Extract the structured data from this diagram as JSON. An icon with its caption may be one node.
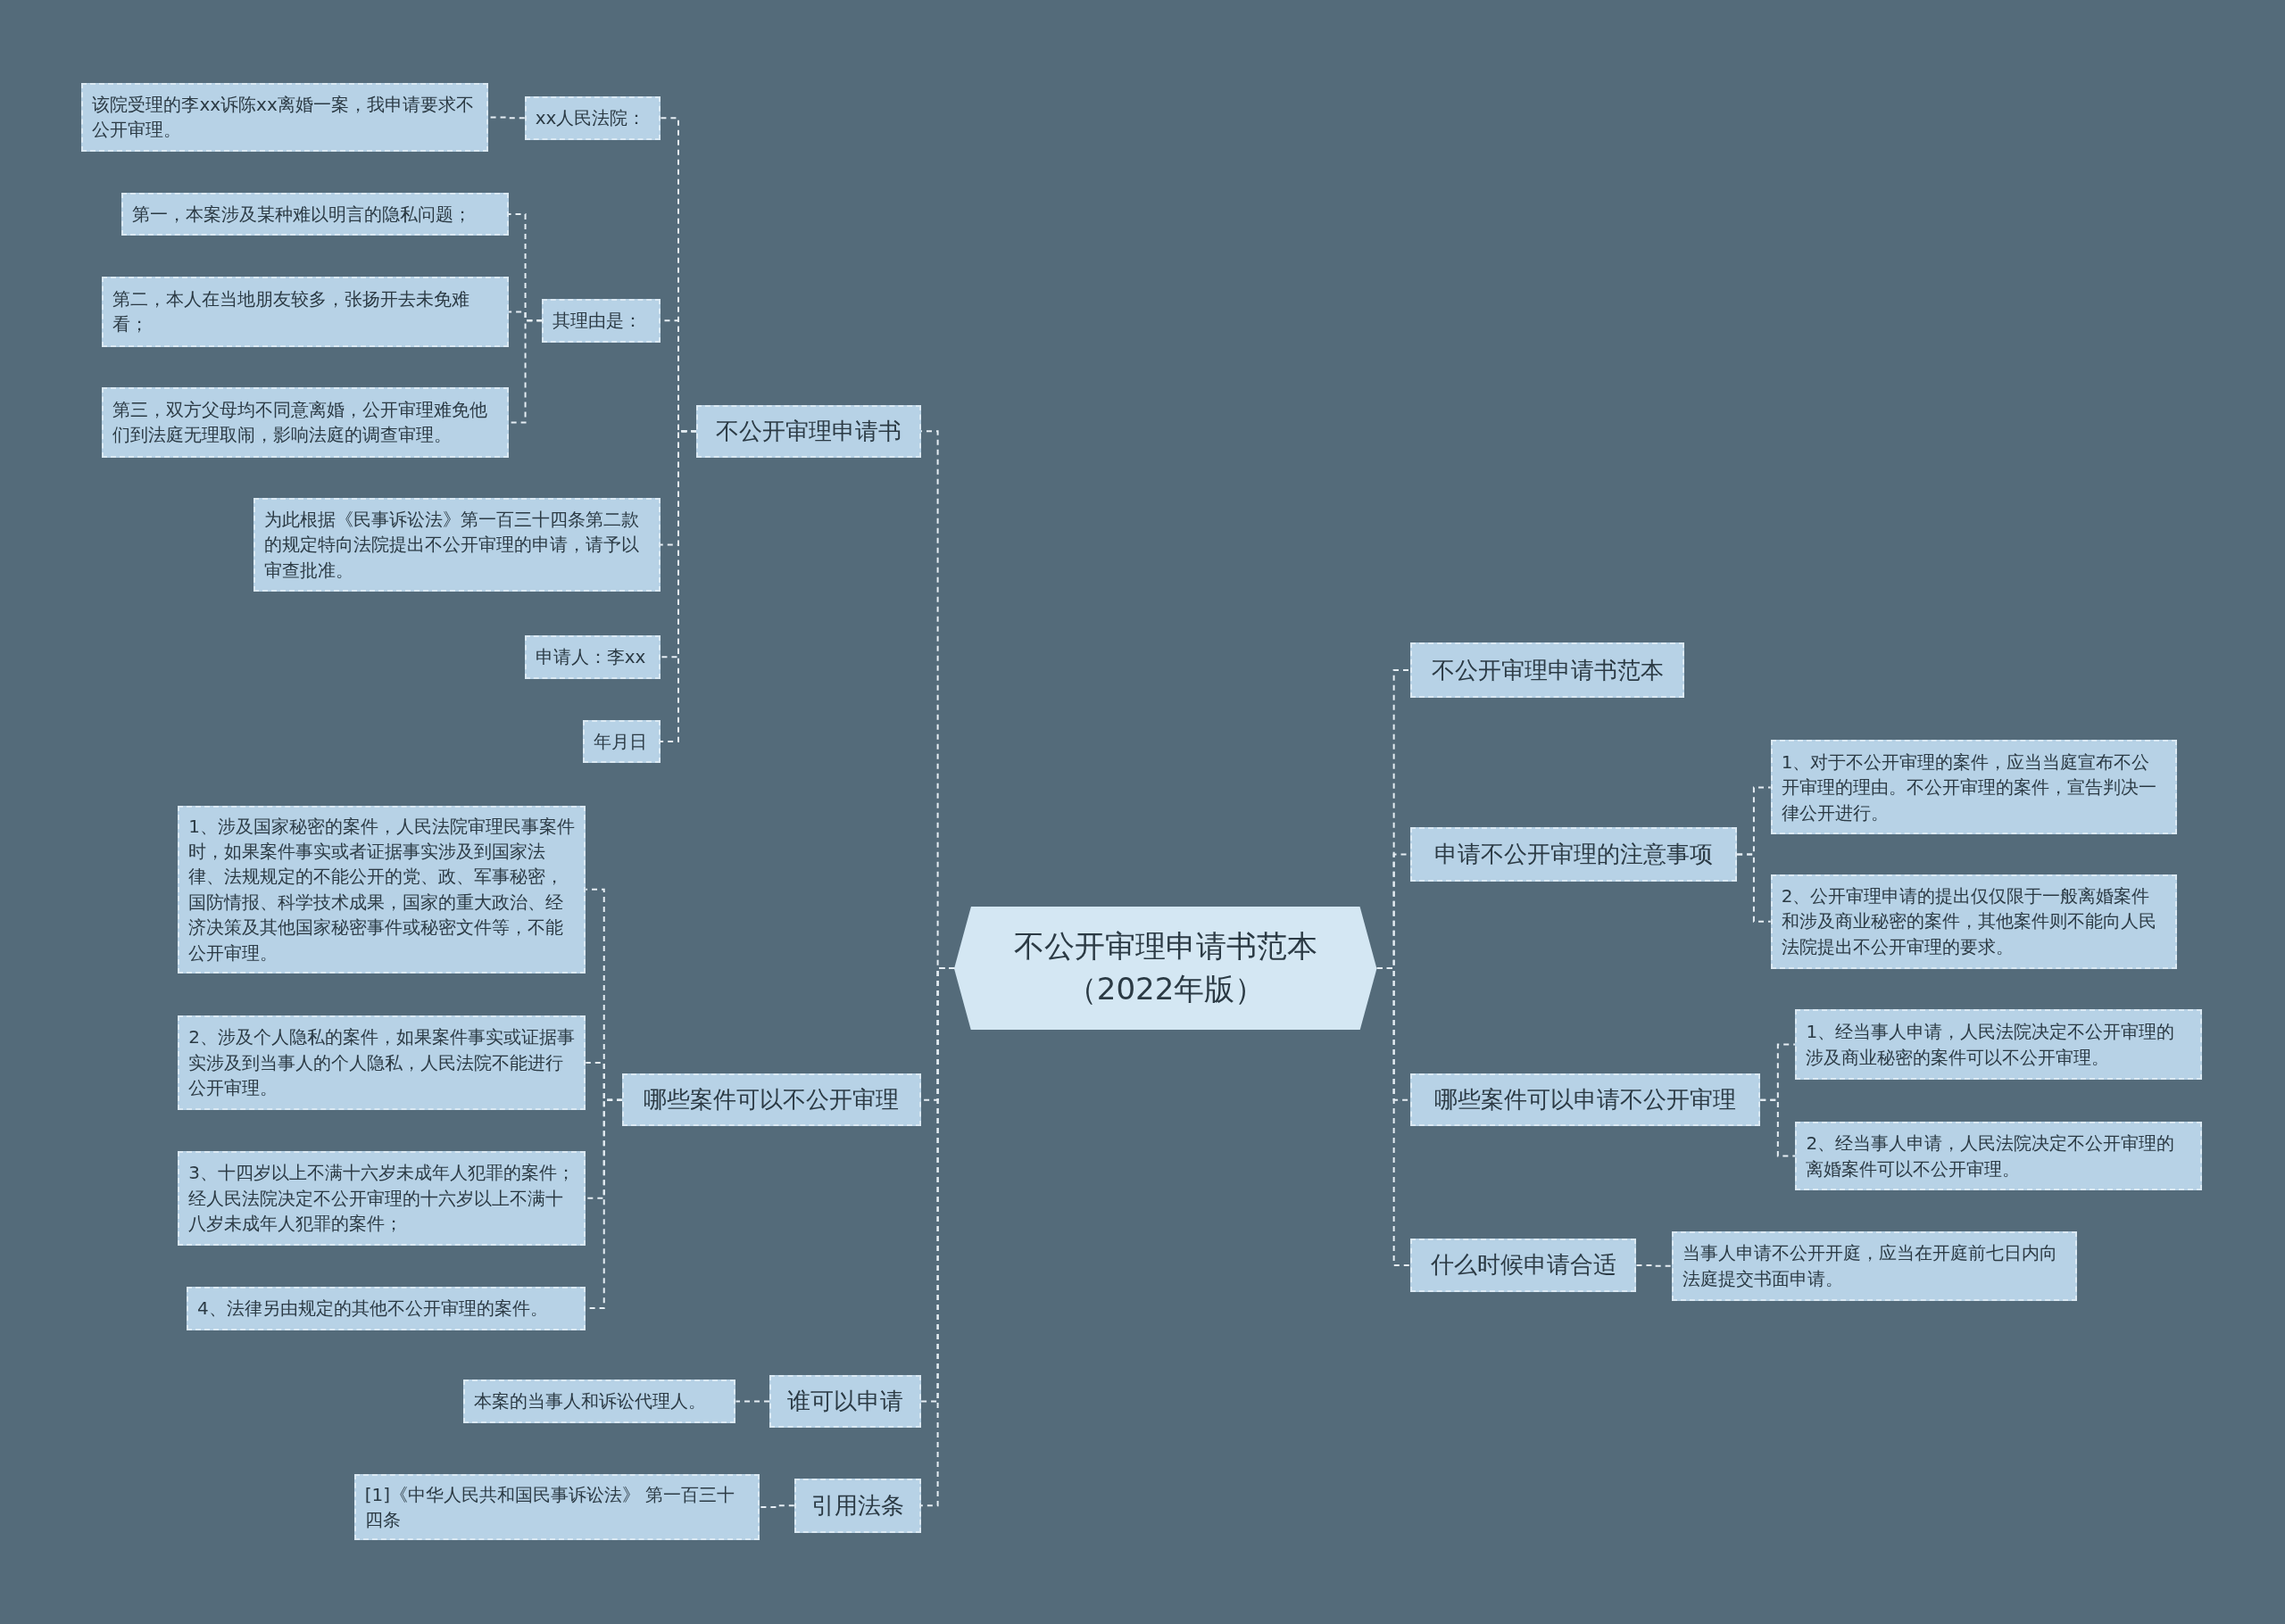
{
  "diagram": {
    "nodes": [
      {
        "text": [
          "不公开审理申请书范本（2022年版）"
        ]
      },
      {
        "text": [
          "不公开审理申请书"
        ]
      },
      {
        "text": [
          "xx人民法院："
        ]
      },
      {
        "text": [
          "该院受理的李xx诉陈xx离婚一案，我申请要求不公开审理。"
        ]
      },
      {
        "text": [
          "其理由是："
        ]
      },
      {
        "text": [
          "第一，本案涉及某种难以明言的隐私问题；"
        ]
      },
      {
        "text": [
          "第二，本人在当地朋友较多，张扬开去未免难看；"
        ]
      },
      {
        "text": [
          "第三，双方父母均不同意离婚，公开审理难免他们到法庭无理取闹，影响法庭的调查审理。"
        ]
      },
      {
        "text": [
          "为此根据《民事诉讼法》第一百三十四条第二款的规定特向法院提出不公开审理的申请，请予以审查批准。"
        ]
      },
      {
        "text": [
          "申请人：李xx"
        ]
      },
      {
        "text": [
          "年月日"
        ]
      },
      {
        "text": [
          "哪些案件可以不公开审理"
        ]
      },
      {
        "text": [
          "1、涉及国家秘密的案件，人民法院审理民事案件时，如果案件事实或者证据事实涉及到国家法律、法规规定的不能公开的党、政、军事秘密，国防情报、科学技术成果，国家的重大政治、经济决策及其他国家秘密事件或秘密文件等，不能公开审理。"
        ]
      },
      {
        "text": [
          "2、涉及个人隐私的案件，如果案件事实或证据事实涉及到当事人的个人隐私，人民法院不能进行公开审理。"
        ]
      },
      {
        "text": [
          "3、十四岁以上不满十六岁未成年人犯罪的案件；经人民法院决定不公开审理的十六岁以上不满十八岁未成年人犯罪的案件；"
        ]
      },
      {
        "text": [
          "4、法律另由规定的其他不公开审理的案件。"
        ]
      },
      {
        "text": [
          "谁可以申请"
        ]
      },
      {
        "text": [
          "本案的当事人和诉讼代理人。"
        ]
      },
      {
        "text": [
          "引用法条"
        ]
      },
      {
        "text": [
          "[1]《中华人民共和国民事诉讼法》 第一百三十四条"
        ]
      },
      {
        "text": [
          "不公开审理申请书范本"
        ]
      },
      {
        "text": [
          "申请不公开审理的注意事项"
        ]
      },
      {
        "text": [
          "1、对于不公开审理的案件，应当当庭宣布不公开审理的理由。不公开审理的案件，宣告判决一律公开进行。"
        ]
      },
      {
        "text": [
          "2、公开审理申请的提出仅仅限于一般离婚案件和涉及商业秘密的案件，其他案件则不能向人民法院提出不公开审理的要求。"
        ]
      },
      {
        "text": [
          "哪些案件可以申请不公开审理"
        ]
      },
      {
        "text": [
          "1、经当事人申请，人民法院决定不公开审理的涉及商业秘密的案件可以不公开审理。"
        ]
      },
      {
        "text": [
          "2、经当事人申请，人民法院决定不公开审理的离婚案件可以不公开审理。"
        ]
      },
      {
        "text": [
          "什么时候申请合适"
        ]
      },
      {
        "text": [
          "当事人申请不公开开庭，应当在开庭前七日内向法庭提交书面申请。"
        ]
      }
    ],
    "edges": [
      {
        "from": 0,
        "to": 1,
        "arrow": "none"
      },
      {
        "from": 1,
        "to": 2,
        "arrow": "none"
      },
      {
        "from": 2,
        "to": 3,
        "arrow": "none"
      },
      {
        "from": 1,
        "to": 4,
        "arrow": "none"
      },
      {
        "from": 4,
        "to": 5,
        "arrow": "none"
      },
      {
        "from": 4,
        "to": 6,
        "arrow": "none"
      },
      {
        "from": 4,
        "to": 7,
        "arrow": "none"
      },
      {
        "from": 1,
        "to": 8,
        "arrow": "none"
      },
      {
        "from": 1,
        "to": 9,
        "arrow": "none"
      },
      {
        "from": 1,
        "to": 10,
        "arrow": "none"
      },
      {
        "from": 0,
        "to": 11,
        "arrow": "none"
      },
      {
        "from": 11,
        "to": 12,
        "arrow": "none"
      },
      {
        "from": 11,
        "to": 13,
        "arrow": "none"
      },
      {
        "from": 11,
        "to": 14,
        "arrow": "none"
      },
      {
        "from": 11,
        "to": 15,
        "arrow": "none"
      },
      {
        "from": 0,
        "to": 16,
        "arrow": "none"
      },
      {
        "from": 16,
        "to": 17,
        "arrow": "none"
      },
      {
        "from": 0,
        "to": 18,
        "arrow": "none"
      },
      {
        "from": 18,
        "to": 19,
        "arrow": "none"
      },
      {
        "from": 0,
        "to": 20,
        "arrow": "none"
      },
      {
        "from": 0,
        "to": 21,
        "arrow": "none"
      },
      {
        "from": 21,
        "to": 22,
        "arrow": "none"
      },
      {
        "from": 21,
        "to": 23,
        "arrow": "none"
      },
      {
        "from": 0,
        "to": 24,
        "arrow": "none"
      },
      {
        "from": 24,
        "to": 25,
        "arrow": "none"
      },
      {
        "from": 24,
        "to": 26,
        "arrow": "none"
      },
      {
        "from": 0,
        "to": 27,
        "arrow": "none"
      },
      {
        "from": 27,
        "to": 28,
        "arrow": "none"
      }
    ]
  }
}
